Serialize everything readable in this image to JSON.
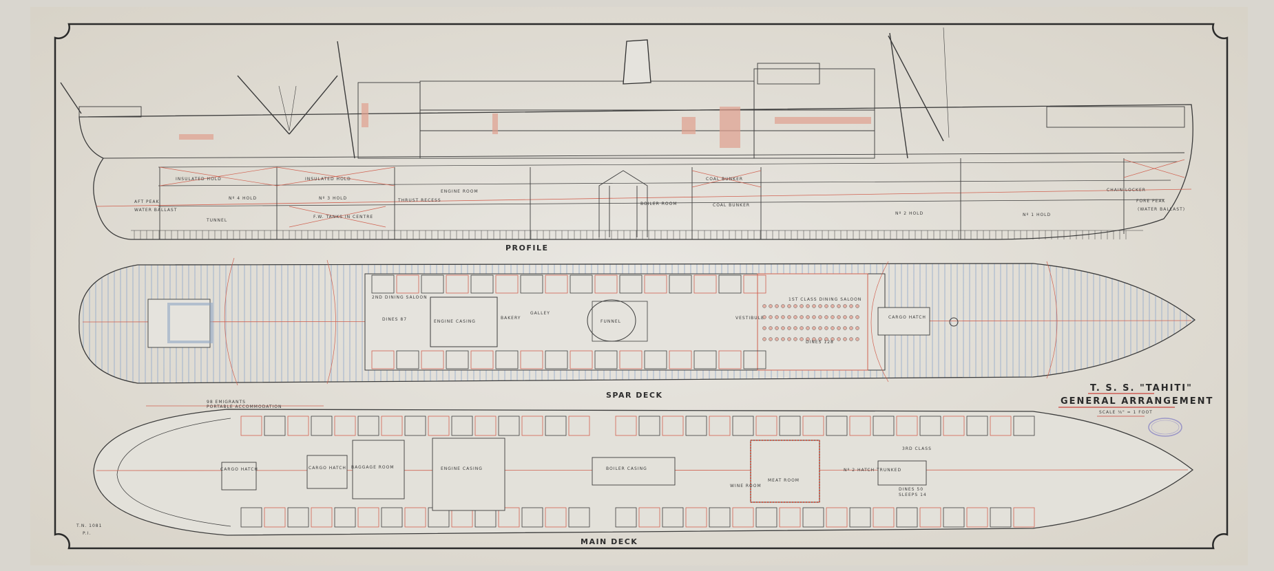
{
  "drawing": {
    "colors": {
      "paper": "#e5e3dd",
      "ink": "#3b3b3b",
      "red_ink": "#d0604f",
      "blue_ink": "#8fa6c4",
      "stamp": "#8b86c4"
    },
    "title": {
      "ship": "T. S. S. \"TAHITI\"",
      "subtitle": "GENERAL ARRANGEMENT",
      "scale": "SCALE ⅛\" = 1 FOOT"
    },
    "reference": {
      "number": "T.N. 1081",
      "plate": "P.I."
    },
    "views": {
      "profile": {
        "label": "PROFILE",
        "labels": [
          "INSULATED HOLD",
          "INSULATED HOLD",
          "Nº 4 HOLD",
          "Nº 3 HOLD",
          "TUNNEL",
          "F.W. TANKS IN CENTRE",
          "AFT PEAK",
          "WATER BALLAST",
          "THRUST RECESS",
          "ENGINE ROOM",
          "BOILER ROOM",
          "COAL BUNKER",
          "COAL BUNKER",
          "Nº 2 HOLD",
          "Nº 1 HOLD",
          "FORE PEAK",
          "(WATER BALLAST)",
          "CHAIN LOCKER"
        ]
      },
      "spar_deck": {
        "label": "SPAR DECK",
        "labels": [
          "2ND DINING SALOON",
          "DINES 87",
          "ENGINE CASING",
          "BAKERY",
          "GALLEY",
          "FUNNEL",
          "VESTIBULE",
          "1ST CLASS DINING SALOON",
          "DINES 128",
          "CARGO HATCH"
        ]
      },
      "main_deck": {
        "label": "MAIN DECK",
        "labels": [
          "98 EMIGRANTS",
          "PORTABLE ACCOMMODATION",
          "CARGO HATCH",
          "CARGO HATCH",
          "BAGGAGE ROOM",
          "ENGINE CASING",
          "BOILER CASING",
          "WINE ROOM",
          "MEAT ROOM",
          "Nº 2 HATCH TRUNKED",
          "3RD CLASS",
          "DINES 50",
          "SLEEPS 14"
        ]
      }
    }
  }
}
